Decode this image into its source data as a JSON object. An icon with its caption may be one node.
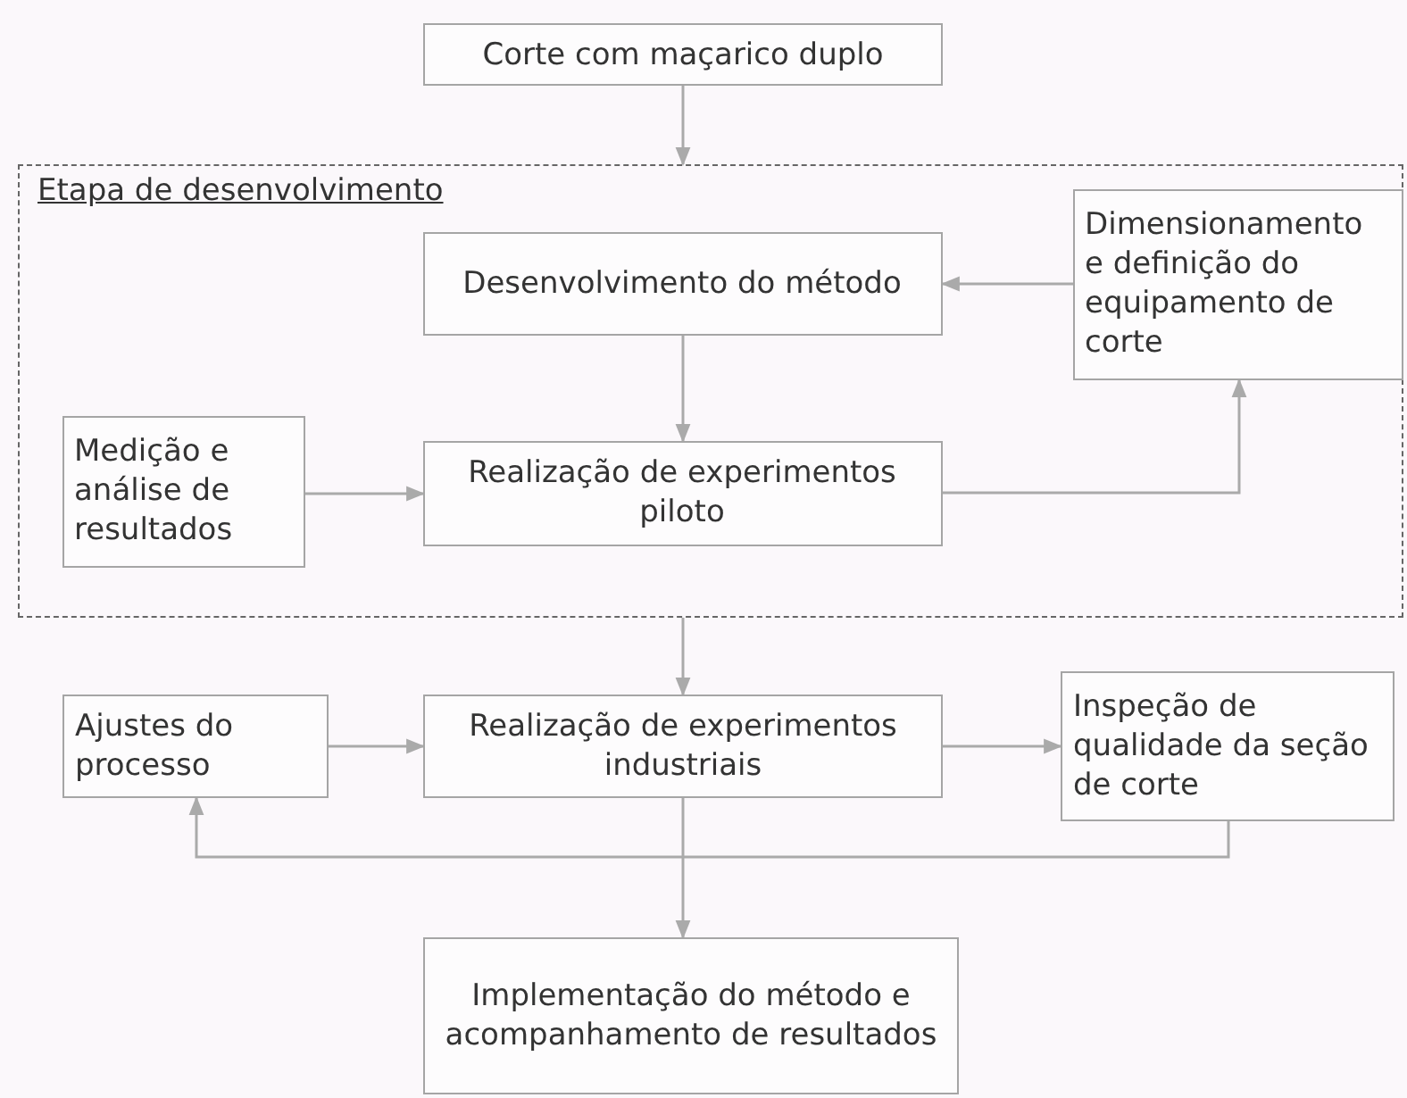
{
  "diagram": {
    "nodes": [
      {
        "text": [
          "Corte com maçarico duplo"
        ]
      },
      {
        "text": [
          "Etapa de desenvolvimento"
        ]
      },
      {
        "text": [
          "Desenvolvimento do método"
        ],
        "in": 1
      },
      {
        "text": [
          "Dimensionamento e definição do equipamento de corte"
        ],
        "in": 1
      },
      {
        "text": [
          "Medição e análise de resultados"
        ],
        "in": 1
      },
      {
        "text": [
          "Realização de experimentos piloto"
        ],
        "in": 1
      },
      {
        "text": [
          "Ajustes do processo"
        ]
      },
      {
        "text": [
          "Realização de experimentos industriais"
        ]
      },
      {
        "text": [
          "Inspeção de qualidade da seção de corte"
        ]
      },
      {
        "text": [
          "Implementação do método e acompanhamento de resultados"
        ]
      }
    ],
    "edges": [
      {
        "from": 0,
        "to": 1,
        "arrow": "to"
      },
      {
        "from": 3,
        "to": 2,
        "arrow": "to"
      },
      {
        "from": 2,
        "to": 5,
        "arrow": "to"
      },
      {
        "from": 4,
        "to": 5,
        "arrow": "to"
      },
      {
        "from": 5,
        "to": 3,
        "arrow": "to"
      },
      {
        "from": 1,
        "to": 7,
        "arrow": "to"
      },
      {
        "from": 6,
        "to": 7,
        "arrow": "to"
      },
      {
        "from": 7,
        "to": 8,
        "arrow": "to"
      },
      {
        "from": 7,
        "to": 9,
        "arrow": "to"
      },
      {
        "from": 8,
        "to": 6,
        "arrow": "to"
      }
    ]
  }
}
